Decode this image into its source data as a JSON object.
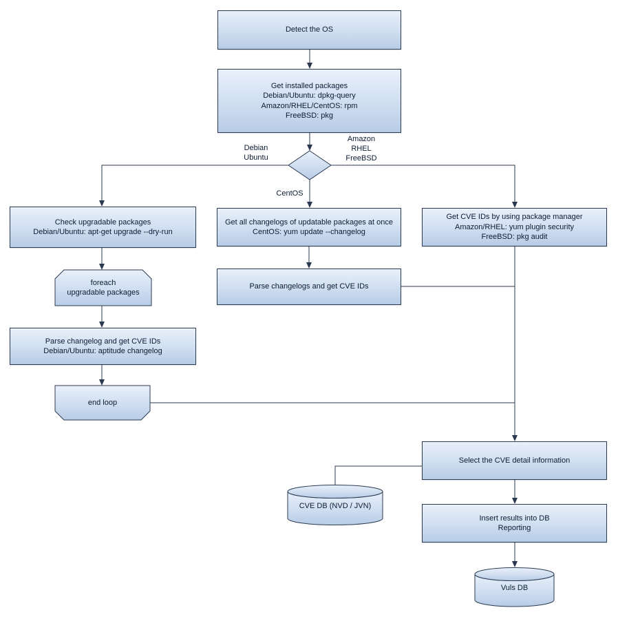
{
  "diagram": {
    "nodes": {
      "detect_os": {
        "label": "Detect the OS"
      },
      "get_installed": {
        "label": "Get installed packages\nDebian/Ubuntu: dpkg-query\nAmazon/RHEL/CentOS: rpm\nFreeBSD: pkg"
      },
      "check_upgradable": {
        "label": "Check upgradable packages\nDebian/Ubuntu: apt-get upgrade --dry-run"
      },
      "get_all_changelogs": {
        "label": "Get all changelogs of updatable packages at once\nCentOS: yum update --changelog"
      },
      "get_cve_ids": {
        "label": "Get CVE IDs by using package manager\nAmazon/RHEL: yum plugin security\nFreeBSD: pkg audit"
      },
      "foreach_loop": {
        "label": "foreach\nupgradable  packages"
      },
      "parse_changelogs": {
        "label": "Parse changelogs and get CVE IDs"
      },
      "parse_changelog_each": {
        "label": "Parse changelog and get  CVE IDs\nDebian/Ubuntu: aptitude changelog"
      },
      "end_loop": {
        "label": "end loop"
      },
      "select_cve": {
        "label": "Select the CVE detail information"
      },
      "cve_db": {
        "label": "CVE DB (NVD / JVN)"
      },
      "insert_db": {
        "label": "Insert results into DB\nReporting"
      },
      "vuls_db": {
        "label": "Vuls DB"
      }
    },
    "edge_labels": {
      "debian_ubuntu": "Debian\nUbuntu",
      "amazon_rhel_freebsd": "Amazon\nRHEL\nFreeBSD",
      "centos": "CentOS"
    },
    "colors": {
      "node_fill_top": "#e9f0fa",
      "node_fill_bottom": "#b7cce6",
      "node_border": "#2a3950",
      "edge": "#2a3950",
      "text": "#0c1b33",
      "background": "#ffffff"
    }
  }
}
